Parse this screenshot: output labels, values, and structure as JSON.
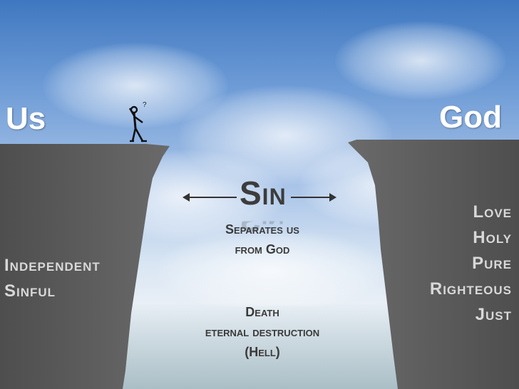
{
  "left_title": "Us",
  "right_title": "God",
  "sin": {
    "title": "Sin",
    "line1": "Separates us",
    "line2": "from God",
    "line3": "Death",
    "line4": "eternal destruction",
    "line5": "(Hell)"
  },
  "us_traits": [
    "Independent",
    "Sinful"
  ],
  "god_traits": [
    "Love",
    "Holy",
    "Pure",
    "Righteous",
    "Just"
  ],
  "figure_glyph": "?",
  "colors": {
    "sky_top": "#3f78c0",
    "cliff": "#5a5a5a",
    "text_light": "#d8d8d8"
  }
}
